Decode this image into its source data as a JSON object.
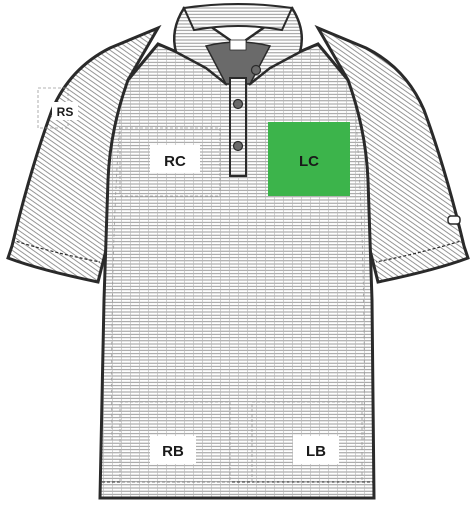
{
  "placement_zones": {
    "rs": {
      "label": "RS",
      "selected": false
    },
    "rc": {
      "label": "RC",
      "selected": false
    },
    "lc": {
      "label": "LC",
      "selected": true
    },
    "rb": {
      "label": "RB",
      "selected": false
    },
    "lb": {
      "label": "LB",
      "selected": false
    }
  },
  "colors": {
    "selected_fill": "#3cb44b",
    "label_box": "#ffffff",
    "garment_outline": "#2a2a2a",
    "stripe": "#7a7a7a",
    "guide": "#9a9a9a"
  }
}
